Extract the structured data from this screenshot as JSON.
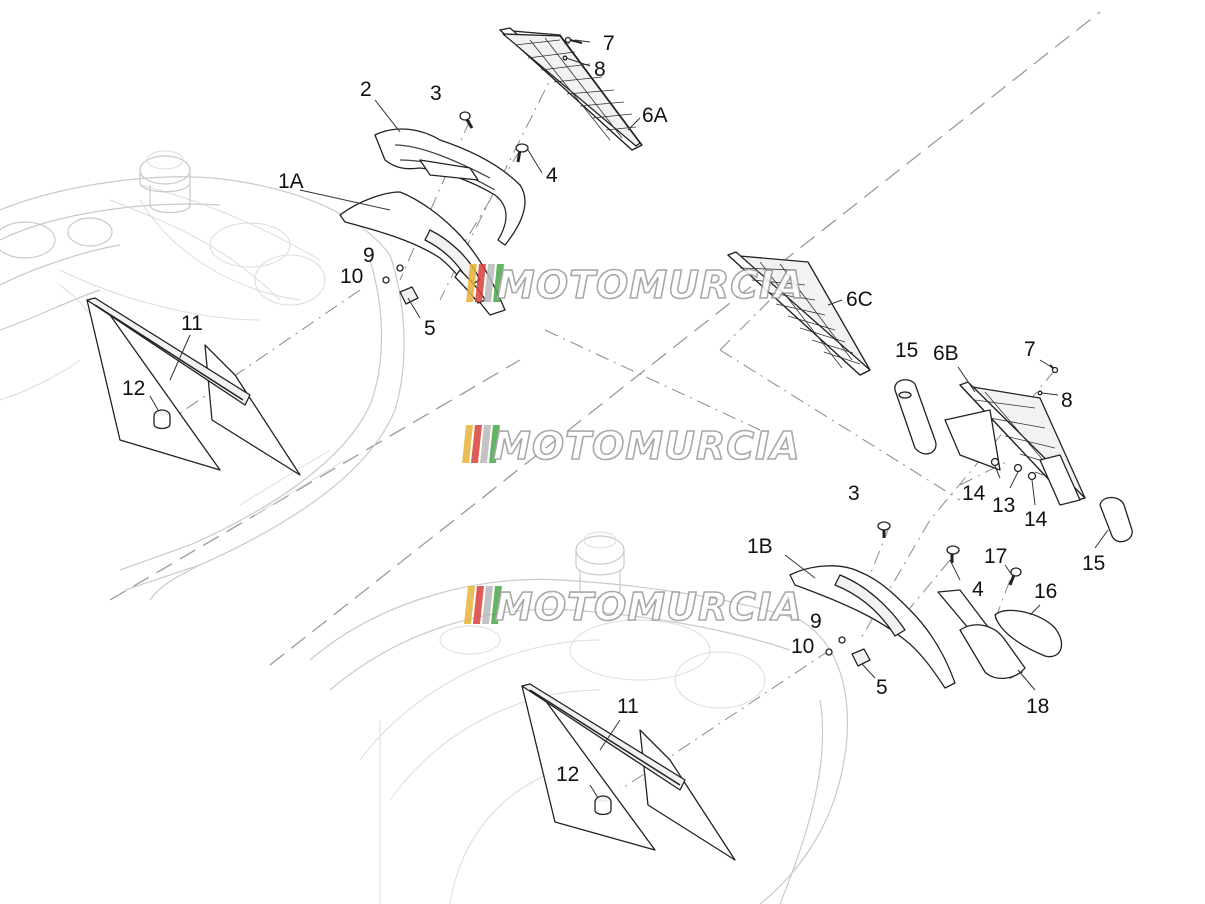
{
  "watermark": {
    "text": "MOTOMURCIA",
    "stripe_colors": [
      "#e8b23a",
      "#d9403a",
      "#b9b9b9",
      "#4aa84a"
    ]
  },
  "callouts": {
    "c1A": "1A",
    "c1B": "1B",
    "c2": "2",
    "c3a": "3",
    "c3b": "3",
    "c4a": "4",
    "c4b": "4",
    "c5a": "5",
    "c5b": "5",
    "c6A": "6A",
    "c6B": "6B",
    "c6C": "6C",
    "c7a": "7",
    "c7b": "7",
    "c8a": "8",
    "c8b": "8",
    "c9a": "9",
    "c9b": "9",
    "c10a": "10",
    "c10b": "10",
    "c11a": "11",
    "c11b": "11",
    "c12a": "12",
    "c12b": "12",
    "c13": "13",
    "c14a": "14",
    "c14b": "14",
    "c15a": "15",
    "c15b": "15",
    "c16": "16",
    "c17": "17",
    "c18": "18"
  }
}
